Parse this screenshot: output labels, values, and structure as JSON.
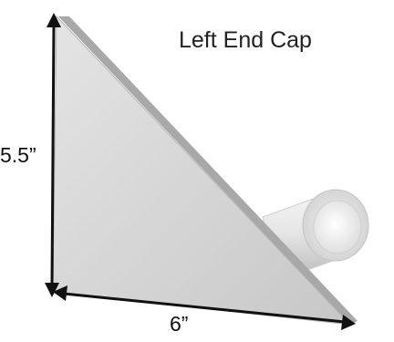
{
  "diagram": {
    "title": "Left End Cap",
    "dimensions": {
      "height": "5.5”",
      "width": "6”"
    }
  },
  "colors": {
    "face": "#d6d6d6",
    "edge": "#9a9a9a",
    "arrow": "#111111",
    "text": "#222222"
  }
}
